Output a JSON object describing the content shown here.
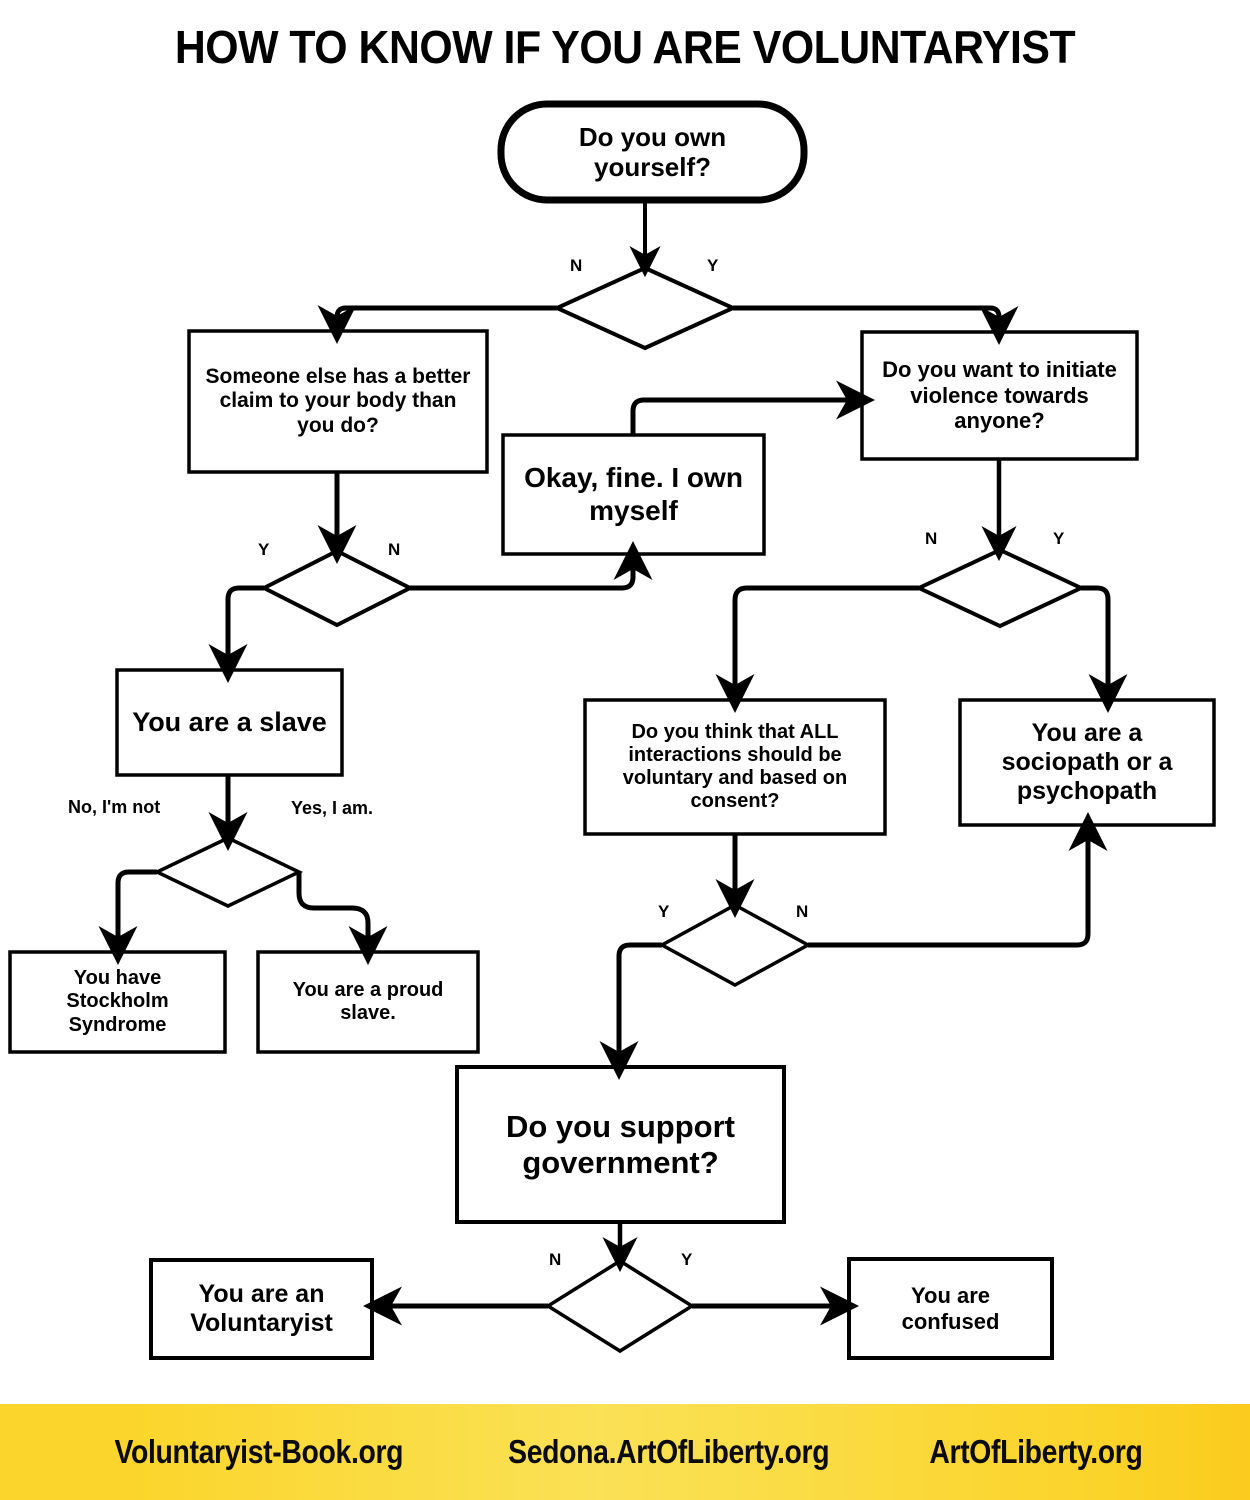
{
  "title": "HOW TO KNOW IF YOU ARE VOLUNTARYIST",
  "colors": {
    "stroke": "#000000",
    "background": "#FFFFFF",
    "footer_yellow": "#FBD52B",
    "footer_yellow_light": "#FAE155"
  },
  "chart_data": {
    "type": "flowchart",
    "title": "HOW TO KNOW IF YOU ARE VOLUNTARYIST",
    "nodes": [
      {
        "id": "start",
        "shape": "rounded-rect",
        "text": "Do you own yourself?"
      },
      {
        "id": "d1",
        "shape": "diamond",
        "text": ""
      },
      {
        "id": "better_claim",
        "shape": "rect",
        "text": "Someone else has a better claim to your body than you do?"
      },
      {
        "id": "okay_fine",
        "shape": "rect",
        "text": "Okay, fine. I own myself"
      },
      {
        "id": "violence",
        "shape": "rect",
        "text": "Do you want to initiate violence towards anyone?"
      },
      {
        "id": "d2",
        "shape": "diamond",
        "text": ""
      },
      {
        "id": "d3",
        "shape": "diamond",
        "text": ""
      },
      {
        "id": "slave",
        "shape": "rect",
        "text": "You are a slave"
      },
      {
        "id": "d4",
        "shape": "diamond",
        "text": ""
      },
      {
        "id": "stockholm",
        "shape": "rect",
        "text": "You have Stockholm Syndrome"
      },
      {
        "id": "proud_slave",
        "shape": "rect",
        "text": "You are a proud slave."
      },
      {
        "id": "consent",
        "shape": "rect",
        "text": "Do you think that ALL interactions should be voluntary and based on consent?"
      },
      {
        "id": "sociopath",
        "shape": "rect",
        "text": "You are a sociopath or a psychopath"
      },
      {
        "id": "d5",
        "shape": "diamond",
        "text": ""
      },
      {
        "id": "government",
        "shape": "rect",
        "text": "Do you support government?"
      },
      {
        "id": "d6",
        "shape": "diamond",
        "text": ""
      },
      {
        "id": "voluntaryist",
        "shape": "rect",
        "text": "You are an Voluntaryist"
      },
      {
        "id": "confused",
        "shape": "rect",
        "text": "You are confused"
      }
    ],
    "edges": [
      {
        "from": "start",
        "to": "d1",
        "label": ""
      },
      {
        "from": "d1",
        "to": "better_claim",
        "label": "N"
      },
      {
        "from": "d1",
        "to": "violence",
        "label": "Y"
      },
      {
        "from": "better_claim",
        "to": "d2",
        "label": ""
      },
      {
        "from": "d2",
        "to": "slave",
        "label": "Y"
      },
      {
        "from": "d2",
        "to": "okay_fine",
        "label": "N"
      },
      {
        "from": "okay_fine",
        "to": "violence",
        "label": ""
      },
      {
        "from": "violence",
        "to": "d3",
        "label": ""
      },
      {
        "from": "d3",
        "to": "consent",
        "label": "N"
      },
      {
        "from": "d3",
        "to": "sociopath",
        "label": "Y"
      },
      {
        "from": "slave",
        "to": "d4",
        "label": ""
      },
      {
        "from": "d4",
        "to": "stockholm",
        "label": "No, I'm not"
      },
      {
        "from": "d4",
        "to": "proud_slave",
        "label": "Yes, I am."
      },
      {
        "from": "consent",
        "to": "d5",
        "label": ""
      },
      {
        "from": "d5",
        "to": "government",
        "label": "Y"
      },
      {
        "from": "d5",
        "to": "sociopath",
        "label": "N"
      },
      {
        "from": "government",
        "to": "d6",
        "label": ""
      },
      {
        "from": "d6",
        "to": "voluntaryist",
        "label": "N"
      },
      {
        "from": "d6",
        "to": "confused",
        "label": "Y"
      }
    ],
    "edge_labels": [
      {
        "id": "d1-n",
        "text": "N"
      },
      {
        "id": "d1-y",
        "text": "Y"
      },
      {
        "id": "d2-y",
        "text": "Y"
      },
      {
        "id": "d2-n",
        "text": "N"
      },
      {
        "id": "d3-n",
        "text": "N"
      },
      {
        "id": "d3-y",
        "text": "Y"
      },
      {
        "id": "d4-no",
        "text": "No, I'm not"
      },
      {
        "id": "d4-yes",
        "text": "Yes, I am."
      },
      {
        "id": "d5-y",
        "text": "Y"
      },
      {
        "id": "d5-n",
        "text": "N"
      },
      {
        "id": "d6-n",
        "text": "N"
      },
      {
        "id": "d6-y",
        "text": "Y"
      }
    ]
  },
  "nodes": {
    "start": "Do you own yourself?",
    "better_claim": "Someone else has a better claim to your body than you do?",
    "okay_fine": "Okay, fine. I own myself",
    "violence": "Do you want to initiate violence towards anyone?",
    "slave": "You are a slave",
    "stockholm": "You have Stockholm Syndrome",
    "proud_slave": "You are a proud slave.",
    "consent": "Do you think that ALL interactions should be voluntary and based on consent?",
    "sociopath": "You are a sociopath or a psychopath",
    "government": "Do you support government?",
    "voluntaryist": "You are an Voluntaryist",
    "confused": "You are confused"
  },
  "labels": {
    "d1_n": "N",
    "d1_y": "Y",
    "d2_y": "Y",
    "d2_n": "N",
    "d3_n": "N",
    "d3_y": "Y",
    "d4_no": "No, I'm not",
    "d4_yes": "Yes, I am.",
    "d5_y": "Y",
    "d5_n": "N",
    "d6_n": "N",
    "d6_y": "Y"
  },
  "footer": {
    "links": [
      "Voluntaryist-Book.org",
      "Sedona.ArtOfLiberty.org",
      "ArtOfLiberty.org"
    ]
  }
}
